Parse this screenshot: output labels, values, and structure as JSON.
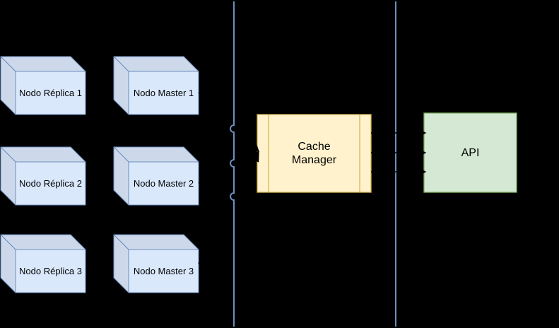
{
  "diagram": {
    "canvas_background": "#000000",
    "colors": {
      "cube_fill": "#dae8fc",
      "cube_side_fill": "#cdd9ea",
      "cube_border": "#6c8ebf",
      "cache_fill": "#fff2cc",
      "cache_border": "#d6b656",
      "api_fill": "#d5e8d4",
      "api_border": "#82b366",
      "divider": "#6c8ebf",
      "arrow": "#000000"
    },
    "nodes": {
      "replica1": {
        "label": "Nodo Réplica 1"
      },
      "replica2": {
        "label": "Nodo Réplica 2"
      },
      "replica3": {
        "label": "Nodo Réplica 3"
      },
      "master1": {
        "label": "Nodo Master 1"
      },
      "master2": {
        "label": "Nodo Master 2"
      },
      "master3": {
        "label": "Nodo Master 3"
      },
      "cache_manager": {
        "label": "Cache Manager"
      },
      "api": {
        "label": "API"
      }
    },
    "edges": [
      {
        "from": "Nodo Master 1",
        "to": "Cache Manager"
      },
      {
        "from": "Nodo Master 2",
        "to": "Cache Manager"
      },
      {
        "from": "Nodo Master 3",
        "to": "Cache Manager"
      },
      {
        "from": "Cache Manager",
        "to": "API"
      },
      {
        "from": "Cache Manager",
        "to": "API"
      },
      {
        "from": "Cache Manager",
        "to": "API"
      }
    ]
  }
}
